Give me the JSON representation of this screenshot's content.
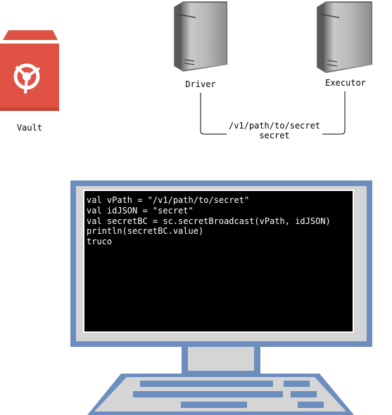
{
  "vault": {
    "label": "Vault"
  },
  "driver": {
    "label": "Driver"
  },
  "executor": {
    "label": "Executor"
  },
  "connection": {
    "lines": [
      "/v1/path/to/secret",
      "secret"
    ]
  },
  "terminal": {
    "lines": [
      "val vPath = \"/v1/path/to/secret\"",
      "val idJSON = \"secret\"",
      "val secretBC = sc.secretBroadcast(vPath, idJSON)",
      "println(secretBC.value)",
      "truco"
    ]
  },
  "colors": {
    "vault_red": "#E05243",
    "vault_dark": "#B83A30",
    "server_gray": "#9E9E9E",
    "monitor_blue": "#6C8EBF",
    "monitor_gray": "#D5D5D5"
  }
}
